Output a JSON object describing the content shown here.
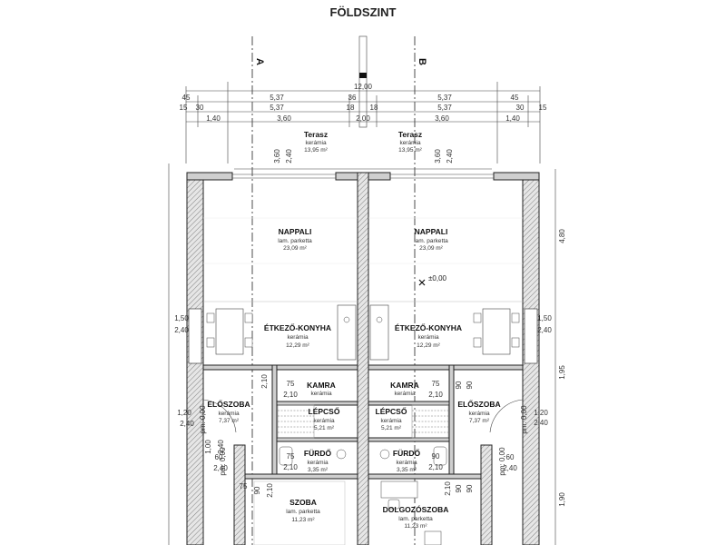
{
  "title": "FÖLDSZINT",
  "axes": {
    "a": "A",
    "b": "B"
  },
  "elevation": "±0,00",
  "dims": {
    "total": "12,00",
    "row2": [
      "45",
      "5,37",
      "36",
      "5,37",
      "45"
    ],
    "row3": [
      "15",
      "30",
      "5,37",
      "18",
      "18",
      "5,37",
      "30",
      "15"
    ],
    "row4": [
      "1,40",
      "3,60",
      "2,00",
      "3,60",
      "1,40"
    ],
    "terrace_left": [
      "3,60",
      "2,40"
    ],
    "terrace_right": [
      "3,60",
      "2,40"
    ],
    "right_side": [
      "4,80",
      "1,50",
      "2,40",
      "1,95",
      "1,20",
      "2,40",
      "2,40",
      "60",
      "90",
      "1,90"
    ],
    "left_side": [
      "1,50",
      "2,40",
      "1,20",
      "2,40",
      "1,00",
      "2,40",
      "60",
      "90",
      "2,40"
    ],
    "interior": [
      "2,10",
      "75",
      "2,10",
      "90",
      "75",
      "2,10",
      "90",
      "2,10",
      "75",
      "2,10",
      "90",
      "2,10",
      "75",
      "2,10",
      "90"
    ],
    "sill": [
      "pm: 0,00",
      "pm: 0,00",
      "pm: 0,00",
      "pm: 0,00"
    ]
  },
  "rooms": {
    "terasz_l": {
      "name": "Terasz",
      "floor": "kerámia",
      "area": "13,95 m²"
    },
    "terasz_r": {
      "name": "Terasz",
      "floor": "kerámia",
      "area": "13,95 m²"
    },
    "nappali_l": {
      "name": "NAPPALI",
      "floor": "lam. parketta",
      "area": "23,09 m²"
    },
    "nappali_r": {
      "name": "NAPPALI",
      "floor": "lam. parketta",
      "area": "23,09 m²"
    },
    "etkezo_l": {
      "name": "ÉTKEZŐ-KONYHA",
      "floor": "kerámia",
      "area": "12,29 m²"
    },
    "etkezo_r": {
      "name": "ÉTKEZŐ-KONYHA",
      "floor": "kerámia",
      "area": "12,29 m²"
    },
    "kamra_l": {
      "name": "KAMRA",
      "floor": "kerámia"
    },
    "kamra_r": {
      "name": "KAMRA",
      "floor": "kerámia"
    },
    "eloszoba_l": {
      "name": "ELŐSZOBA",
      "floor": "kerámia",
      "area": "7,37 m²"
    },
    "eloszoba_r": {
      "name": "ELŐSZOBA",
      "floor": "kerámia",
      "area": "7,37 m²"
    },
    "lepcso_l": {
      "name": "LÉPCSŐ",
      "floor": "kerámia",
      "area": "5,21 m²"
    },
    "lepcso_r": {
      "name": "LÉPCSŐ",
      "floor": "kerámia",
      "area": "5,21 m²"
    },
    "furdo_l": {
      "name": "FÜRDŐ",
      "floor": "kerámia",
      "area": "3,35 m²"
    },
    "furdo_r": {
      "name": "FÜRDŐ",
      "floor": "kerámia",
      "area": "3,35 m²"
    },
    "szoba": {
      "name": "SZOBA",
      "floor": "lam. parketta",
      "area": "11,23 m²"
    },
    "dolgozo": {
      "name": "DOLGOZÓSZOBA",
      "floor": "lam. parketta",
      "area": "11,23 m²"
    }
  }
}
